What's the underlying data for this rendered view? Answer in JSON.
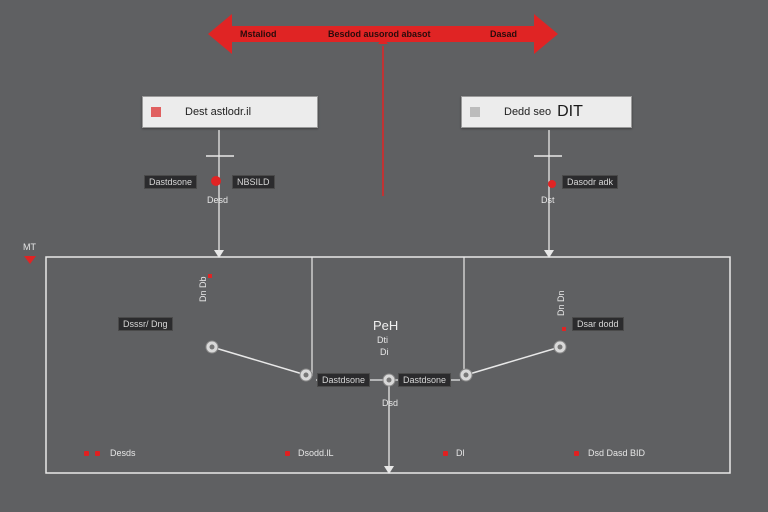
{
  "colors": {
    "background": "#5f6062",
    "accent_red": "#e02424",
    "line": "#e8e8e8",
    "tag_bg": "#2b2b2d",
    "box_bg": "#ececec"
  },
  "top_arrow": {
    "left_text": "Mstaliod",
    "center_text": "Besdod ausorod abasot",
    "right_text": "Dasad"
  },
  "node_left": {
    "label": "Dest astlodr.il",
    "swatch_color": "#e06060"
  },
  "node_right": {
    "label": "Dedd seo",
    "emphasis": "DIT",
    "swatch_color": "#bcbcbc"
  },
  "tags": {
    "left_a": "Dastdsone",
    "left_b": "NBSILD",
    "right_a": "Dasodr adk",
    "mid_left": "Dsssr/ Dng",
    "mid_right": "Dsar dodd",
    "center_a": "Dastdsone",
    "center_b": "Dastdsone"
  },
  "labels": {
    "left_tick": "Desd",
    "right_tick": "Dst",
    "left_top_marker": "MT",
    "center_title": "PeH",
    "center_sub": "Dti",
    "center_sub2": "Di",
    "center_low": "Dsd",
    "vert_left": "Dn Db",
    "vert_right": "Dn Dn"
  },
  "legend": [
    {
      "label": "Desds"
    },
    {
      "label": "Dsodd.lL"
    },
    {
      "label": "Dl"
    },
    {
      "label": "Dsd Dasd BID"
    }
  ]
}
